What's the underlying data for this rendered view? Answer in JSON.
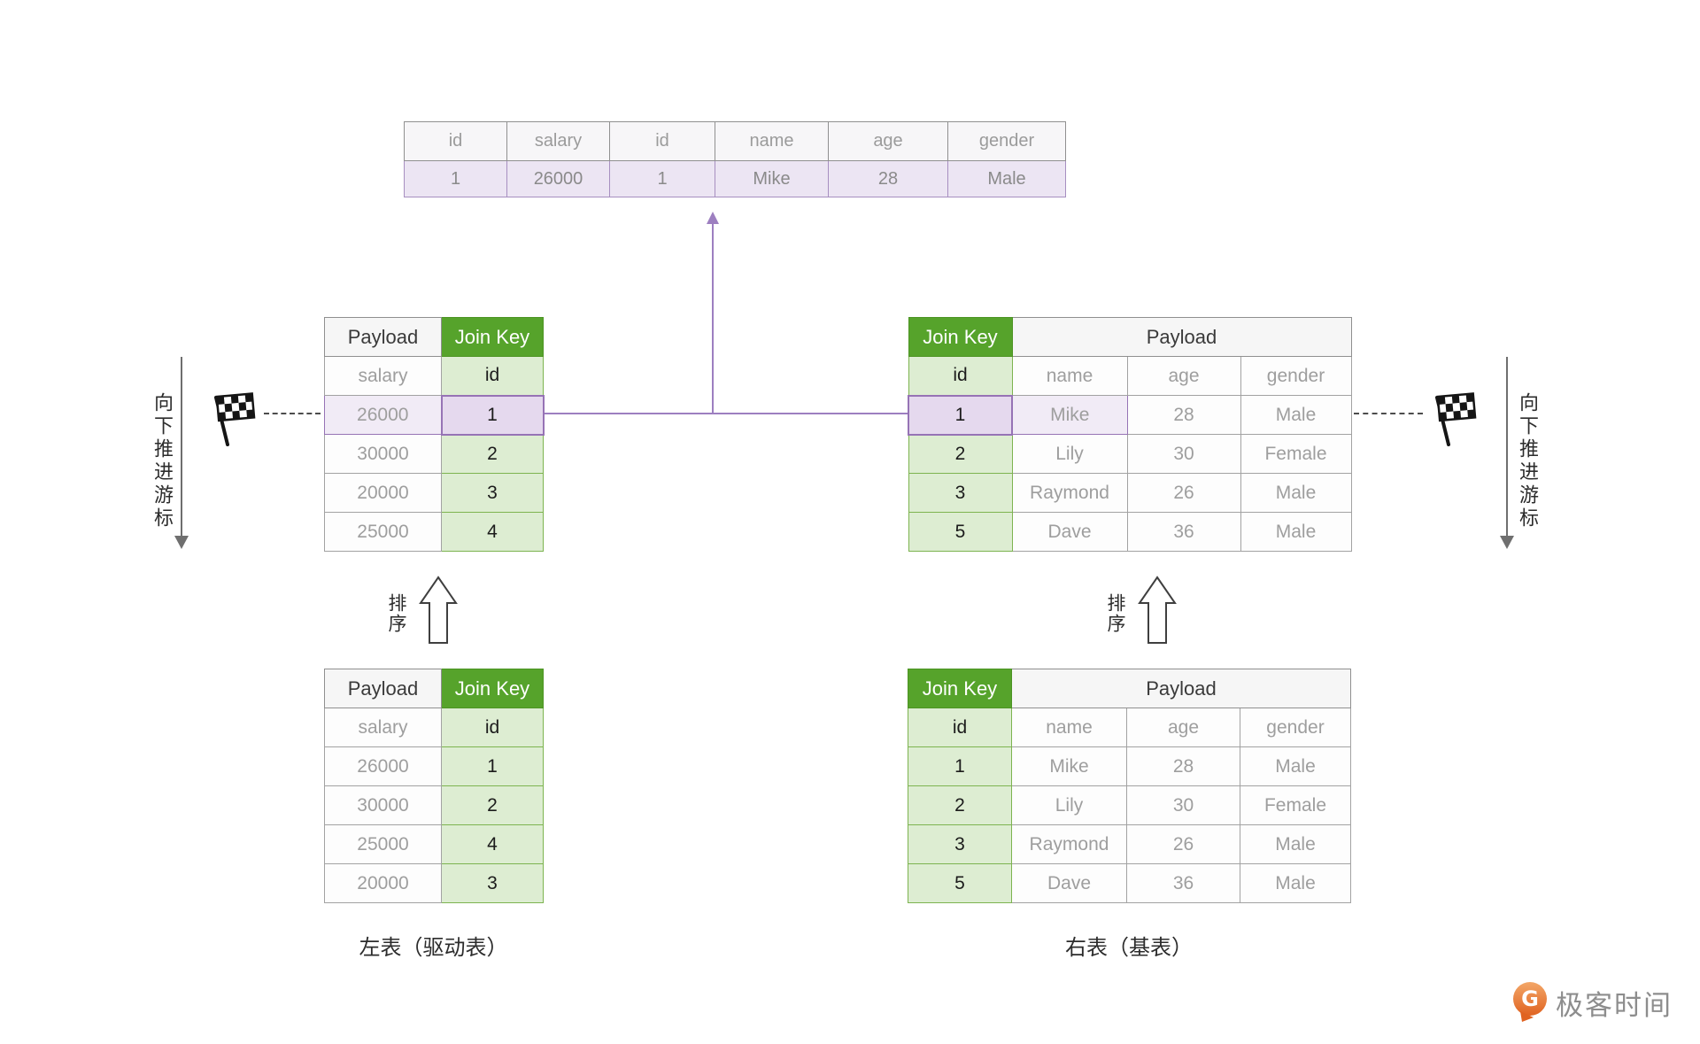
{
  "colors": {
    "join_key_green": "#56a32b",
    "join_key_cell_green": "#ddedd2",
    "green_border": "#7db450",
    "highlight_key_purple": "#e5d9ee",
    "highlight_payload_purple": "#f1ebf6",
    "purple_border": "#9673b5",
    "connector_purple": "#9d7fc0",
    "result_row_purple": "#ece5f3",
    "brand_orange": "#e2661f"
  },
  "result_table": {
    "headers": [
      "id",
      "salary",
      "id",
      "name",
      "age",
      "gender"
    ],
    "row": [
      "1",
      "26000",
      "1",
      "Mike",
      "28",
      "Male"
    ]
  },
  "left_table": {
    "payload_header": "Payload",
    "join_key_header": "Join Key",
    "payload_col": "salary",
    "key_col": "id",
    "sorted_rows": [
      [
        "26000",
        "1"
      ],
      [
        "30000",
        "2"
      ],
      [
        "20000",
        "3"
      ],
      [
        "25000",
        "4"
      ]
    ],
    "original_rows": [
      [
        "26000",
        "1"
      ],
      [
        "30000",
        "2"
      ],
      [
        "25000",
        "4"
      ],
      [
        "20000",
        "3"
      ]
    ],
    "caption": "左表（驱动表）"
  },
  "right_table": {
    "join_key_header": "Join Key",
    "payload_header": "Payload",
    "key_col": "id",
    "payload_cols": [
      "name",
      "age",
      "gender"
    ],
    "sorted_rows": [
      [
        "1",
        "Mike",
        "28",
        "Male"
      ],
      [
        "2",
        "Lily",
        "30",
        "Female"
      ],
      [
        "3",
        "Raymond",
        "26",
        "Male"
      ],
      [
        "5",
        "Dave",
        "36",
        "Male"
      ]
    ],
    "original_rows": [
      [
        "1",
        "Mike",
        "28",
        "Male"
      ],
      [
        "2",
        "Lily",
        "30",
        "Female"
      ],
      [
        "3",
        "Raymond",
        "26",
        "Male"
      ],
      [
        "5",
        "Dave",
        "36",
        "Male"
      ]
    ],
    "caption": "右表（基表）"
  },
  "annotations": {
    "cursor_label_left": "向下推进游标",
    "cursor_label_right": "向下推进游标",
    "sort_label_left": "排序",
    "sort_label_right": "排序"
  },
  "logo": {
    "text": "极客时间"
  }
}
